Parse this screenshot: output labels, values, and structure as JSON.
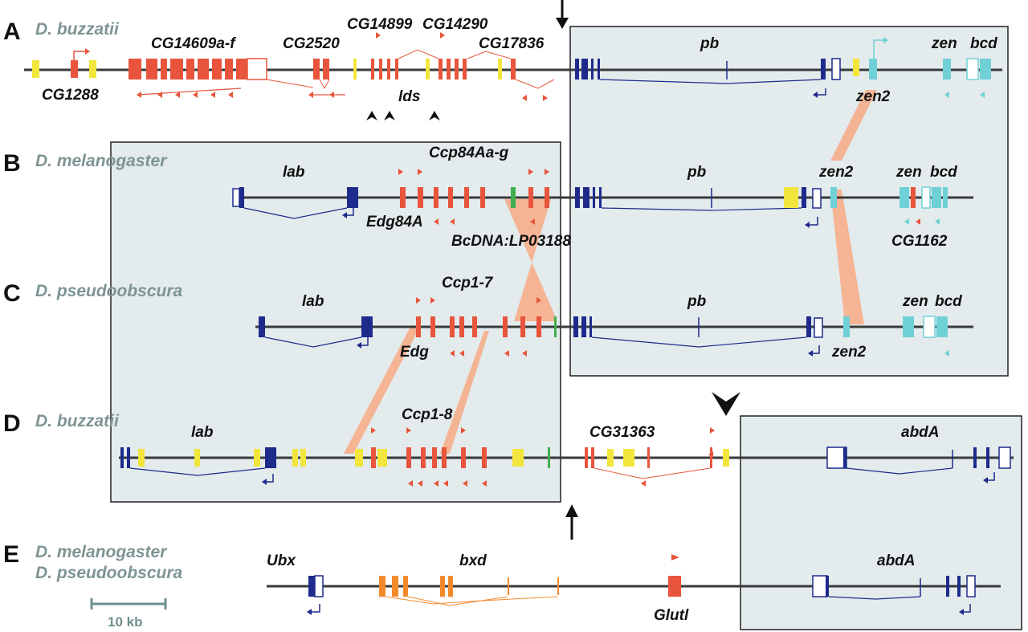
{
  "colors": {
    "hox": "#1e2a8c",
    "red_gene": "#e8553c",
    "yellow_gene": "#f2e53c",
    "cyan_gene": "#6fd0d6",
    "orange_intron": "#f28a2c",
    "green_gene": "#3fae4f",
    "synteny": "#f6ae8a",
    "box_fill": "#e3ebed",
    "species_text": "#7e9494"
  },
  "rows": [
    {
      "letter": "A",
      "species": [
        "D. buzzatii"
      ]
    },
    {
      "letter": "B",
      "species": [
        "D. melanogaster"
      ]
    },
    {
      "letter": "C",
      "species": [
        "D. pseudoobscura"
      ]
    },
    {
      "letter": "D",
      "species": [
        "D. buzzatii"
      ]
    },
    {
      "letter": "E",
      "species": [
        "D. melanogaster",
        "D. pseudoobscura"
      ]
    }
  ],
  "gene_labels": {
    "a_cg1288": "CG1288",
    "a_cg14609": "CG14609a-f",
    "a_cg2520": "CG2520",
    "a_cg14899": "CG14899",
    "a_cg14290": "CG14290",
    "a_cg17836": "CG17836",
    "a_lds": "lds",
    "a_pb": "pb",
    "a_zen2": "zen2",
    "a_zen": "zen",
    "a_bcd": "bcd",
    "b_lab": "lab",
    "b_ccp": "Ccp84Aa-g",
    "b_edg": "Edg84A",
    "b_bcdna": "BcDNA:LP03188",
    "b_pb": "pb",
    "b_zen2": "zen2",
    "b_zen": "zen",
    "b_bcd": "bcd",
    "b_cg1162": "CG1162",
    "c_lab": "lab",
    "c_ccp": "Ccp1-7",
    "c_edg": "Edg",
    "c_pb": "pb",
    "c_zen2": "zen2",
    "c_zen": "zen",
    "c_bcd": "bcd",
    "d_lab": "lab",
    "d_ccp": "Ccp1-8",
    "d_cg31363": "CG31363",
    "d_abda": "abdA",
    "e_ubx": "Ubx",
    "e_bxd": "bxd",
    "e_glutl": "Glutl",
    "e_abda": "abdA"
  },
  "scale_bar": {
    "label": "10 kb"
  },
  "arrow_icons": [
    "down-arrow-icon",
    "up-arrow-icon",
    "chevron-down-icon",
    "caret-up-icon"
  ]
}
